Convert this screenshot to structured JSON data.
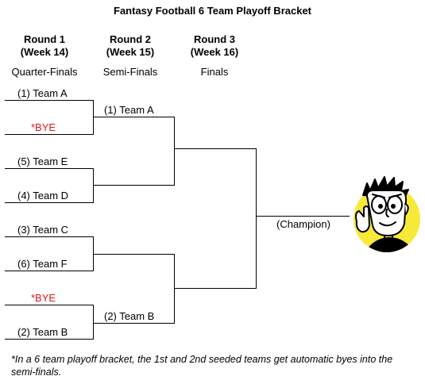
{
  "title": "Fantasy Football 6 Team Playoff Bracket",
  "rounds": [
    {
      "name": "Round 1",
      "week": "(Week 14)",
      "stage": "Quarter-Finals"
    },
    {
      "name": "Round 2",
      "week": "(Week 15)",
      "stage": "Semi-Finals"
    },
    {
      "name": "Round 3",
      "week": "(Week 16)",
      "stage": "Finals"
    }
  ],
  "round1": [
    {
      "label": "(1)  Team A"
    },
    {
      "label": "*BYE"
    },
    {
      "label": "(5)  Team E"
    },
    {
      "label": "(4)  Team D"
    },
    {
      "label": "(3)  Team C"
    },
    {
      "label": "(6)  Team F"
    },
    {
      "label": "*BYE"
    },
    {
      "label": "(2)  Team B"
    }
  ],
  "round2": [
    {
      "label": "(1)  Team A"
    },
    {
      "label": ""
    },
    {
      "label": ""
    },
    {
      "label": "(2)  Team B"
    }
  ],
  "champion_label": "(Champion)",
  "footnote": "*In a 6 team playoff bracket, the 1st and 2nd seeded teams get automatic byes into the semi-finals.",
  "colors": {
    "bye": "#e0161b",
    "mascot_circle": "#f7e93a"
  },
  "mascot_icon": "cartoon-guy-pointing"
}
